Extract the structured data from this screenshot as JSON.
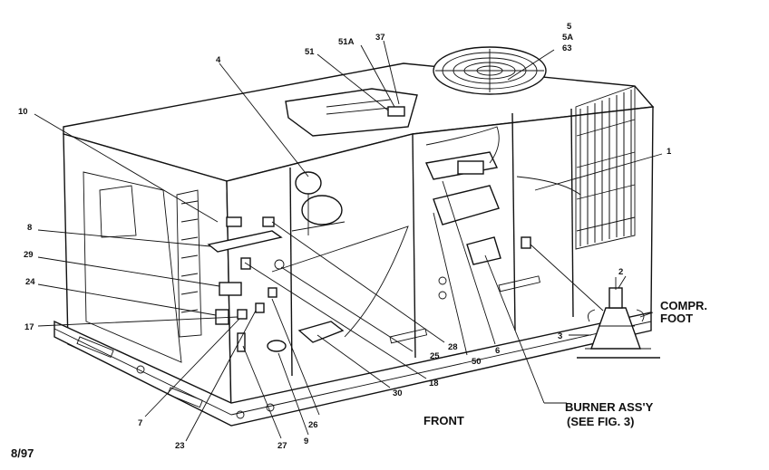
{
  "callouts": {
    "c5": "5",
    "c5a": "5A",
    "c63": "63",
    "c37": "37",
    "c51a": "51A",
    "c51": "51",
    "c4": "4",
    "c10": "10",
    "c1": "1",
    "c8": "8",
    "c29": "29",
    "c24": "24",
    "c17": "17",
    "c2": "2",
    "c3": "3",
    "c28": "28",
    "c25": "25",
    "c50": "50",
    "c6": "6",
    "c18": "18",
    "c30": "30",
    "c26": "26",
    "c27": "27",
    "c9": "9",
    "c23": "23",
    "c7": "7"
  },
  "labels": {
    "compr_line1": "COMPR.",
    "compr_line2": "FOOT",
    "burner_line1": "BURNER ASS'Y",
    "burner_line2": "(SEE FIG. 3)",
    "front": "FRONT",
    "date_code": "8/97"
  }
}
